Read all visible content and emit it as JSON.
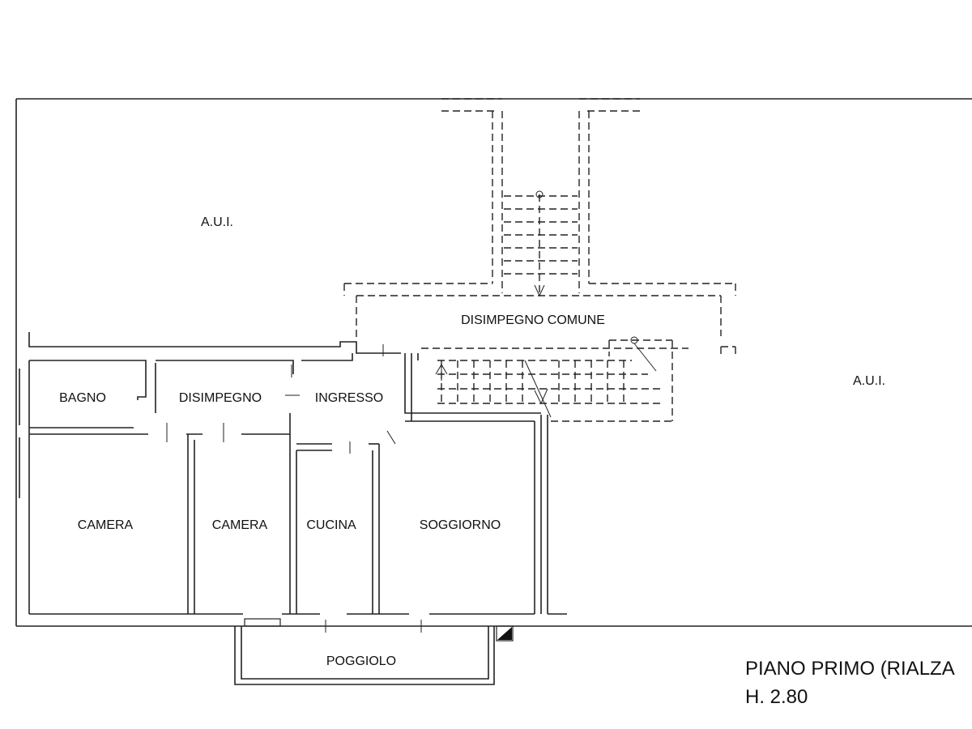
{
  "plan": {
    "labels": {
      "aui_left": "A.U.I.",
      "aui_right": "A.U.I.",
      "disimpegno_comune": "DISIMPEGNO COMUNE",
      "bagno": "BAGNO",
      "disimpegno": "DISIMPEGNO",
      "ingresso": "INGRESSO",
      "camera_1": "CAMERA",
      "camera_2": "CAMERA",
      "cucina": "CUCINA",
      "soggiorno": "SOGGIORNO",
      "poggiolo": "POGGIOLO"
    },
    "title": "PIANO PRIMO (RIALZA",
    "height": "H. 2.80"
  }
}
